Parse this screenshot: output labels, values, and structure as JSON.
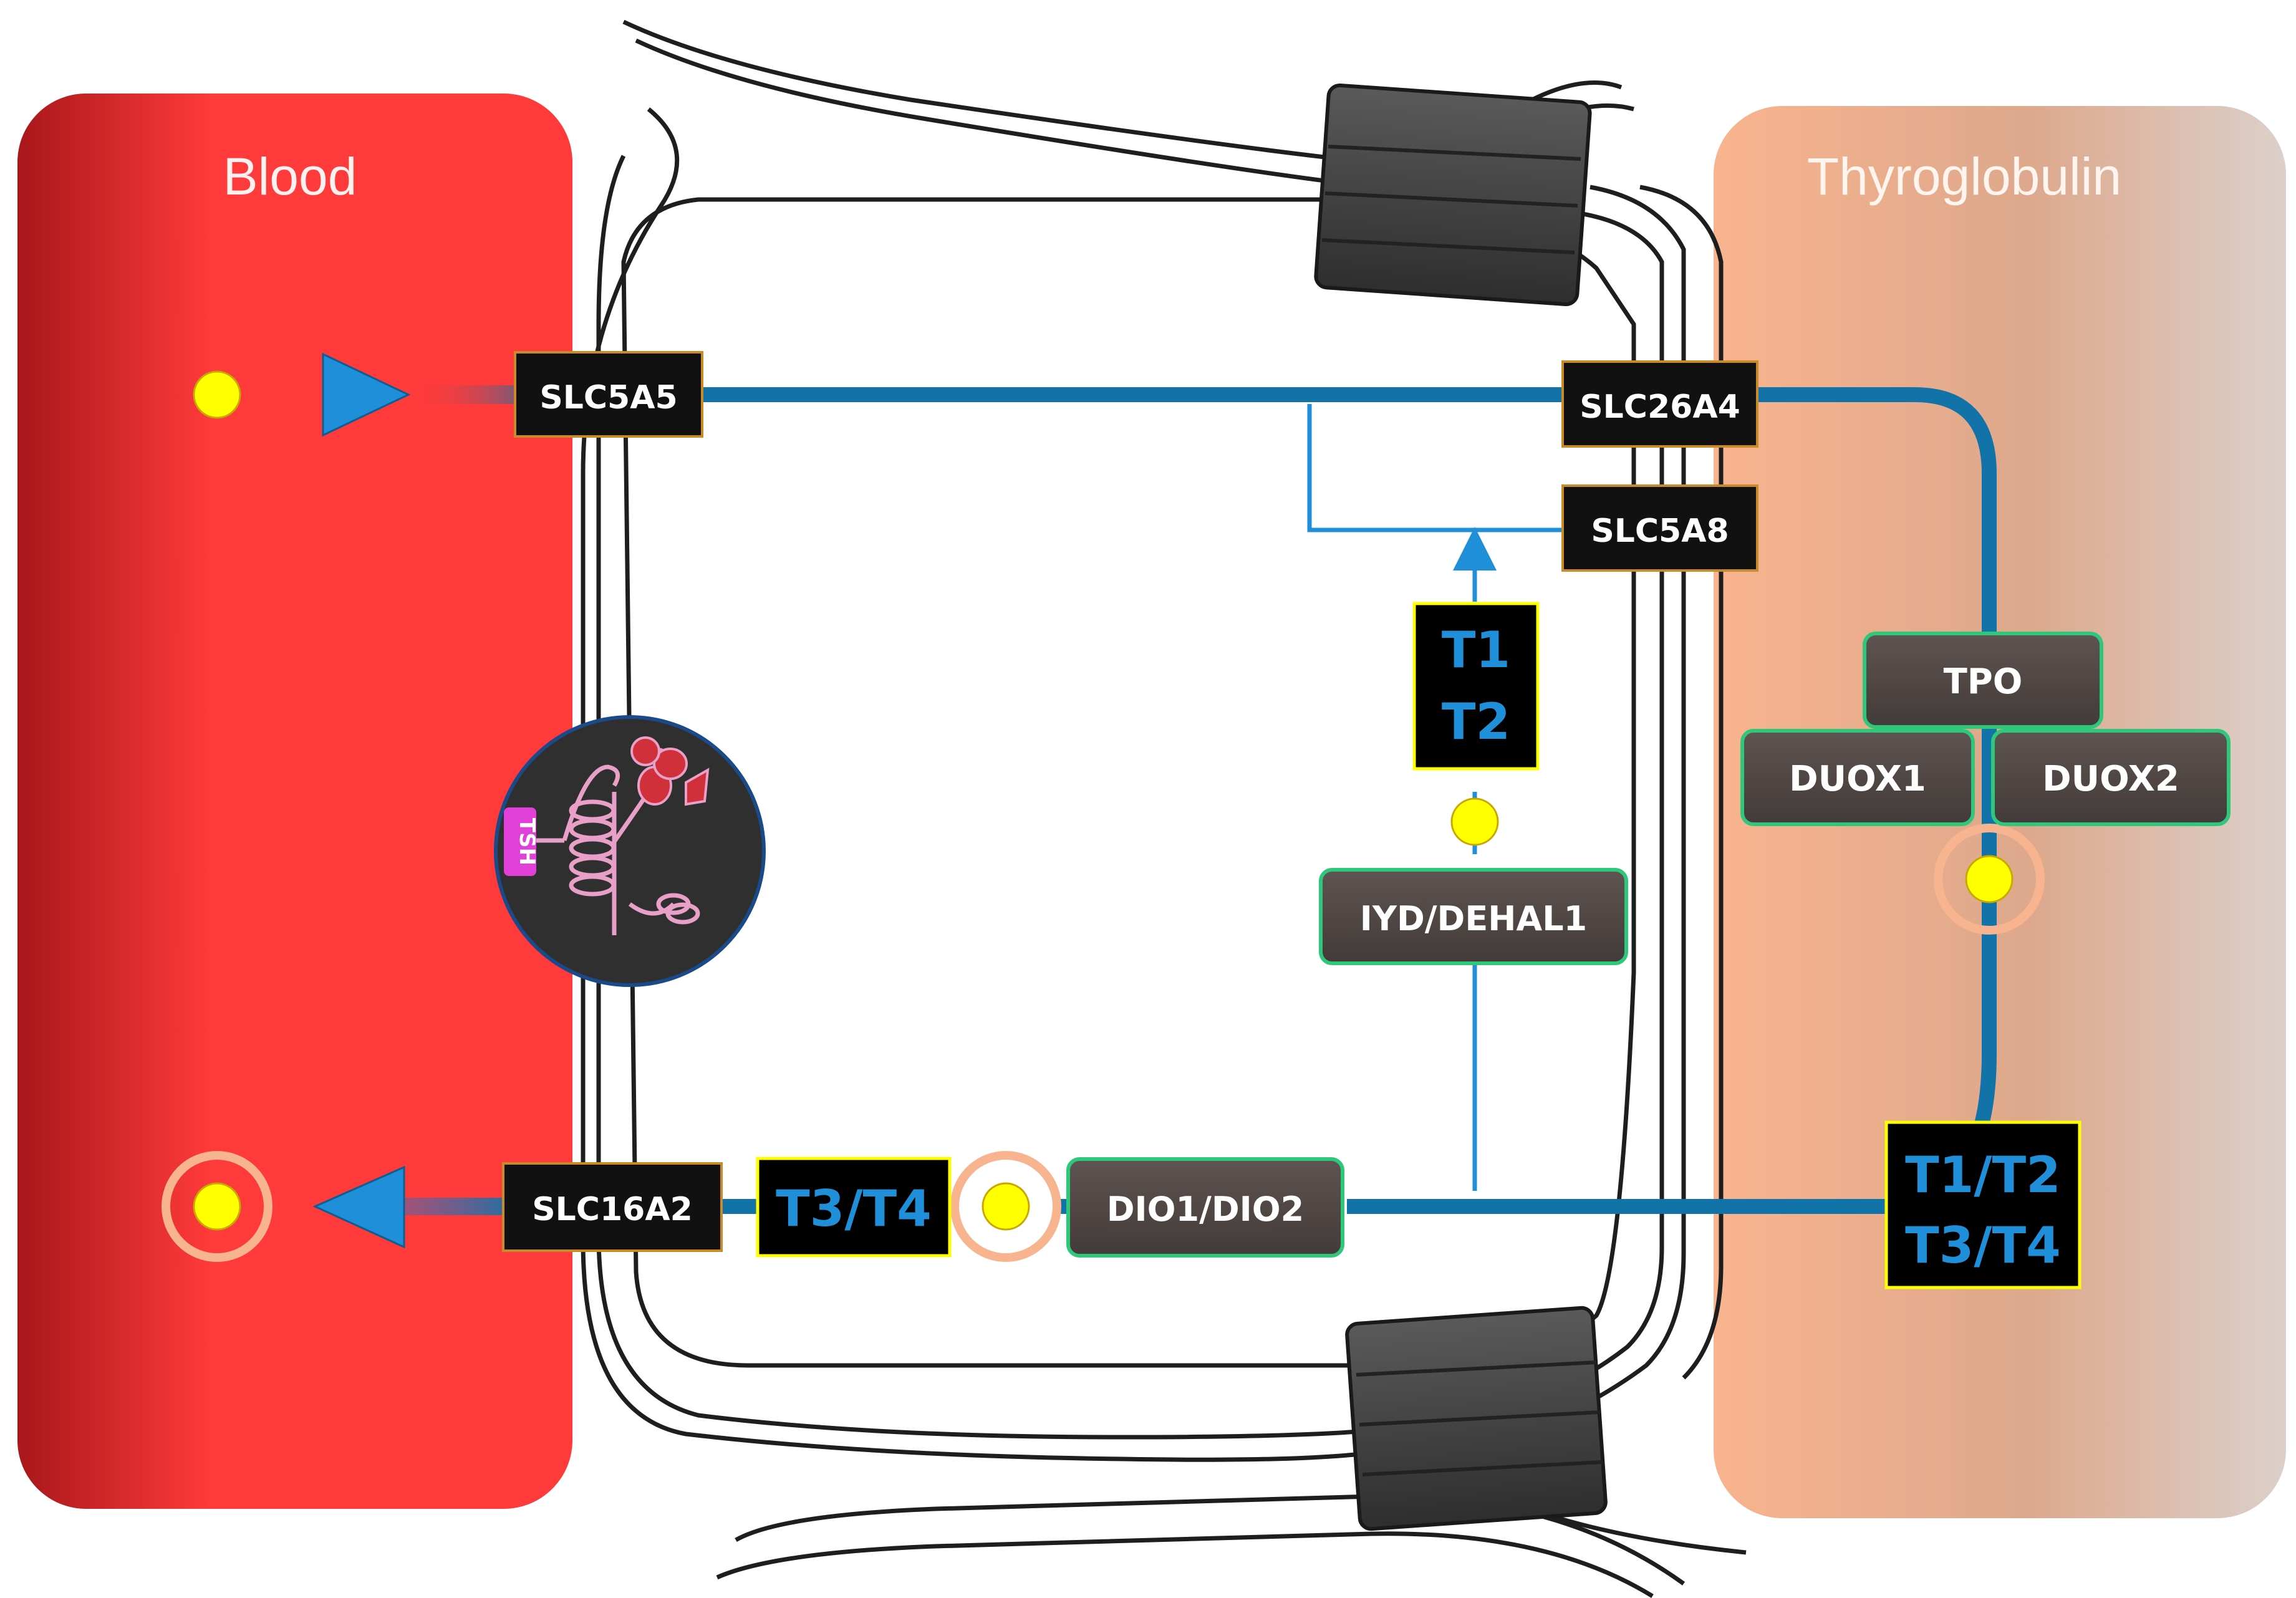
{
  "regions": {
    "blood": {
      "label": "Blood"
    },
    "thyroglobulin": {
      "label": "Thyroglobulin"
    }
  },
  "transporters": {
    "slc5a5": "SLC5A5",
    "slc26a4": "SLC26A4",
    "slc5a8": "SLC5A8",
    "slc16a2": "SLC16A2"
  },
  "enzymes": {
    "tpo": "TPO",
    "duox1": "DUOX1",
    "duox2": "DUOX2",
    "iyd": "IYD/DEHAL1",
    "dio": "DIO1/DIO2"
  },
  "hormones": {
    "t1": "T1",
    "t2": "T2",
    "t3t4_left": "T3/T4",
    "t1t2_right": "T1/T2",
    "t3t4_right": "T3/T4"
  },
  "receptor": {
    "label": "TSH"
  },
  "colors": {
    "blood": "#ff3a3a",
    "blood_dark": "#b51a1a",
    "colloid": "#f8b48e",
    "colloid_fade": "#dcc8bf",
    "pathway": "#1173a8",
    "arrow": "#1e8fd8",
    "iodide": "#ffff00",
    "enzyme_fill": "#4f4643",
    "enzyme_border": "#2fc87a",
    "transporter_fill": "#111111",
    "hormone_border": "#ffff00",
    "hormone_text": "#1e8fd8"
  }
}
